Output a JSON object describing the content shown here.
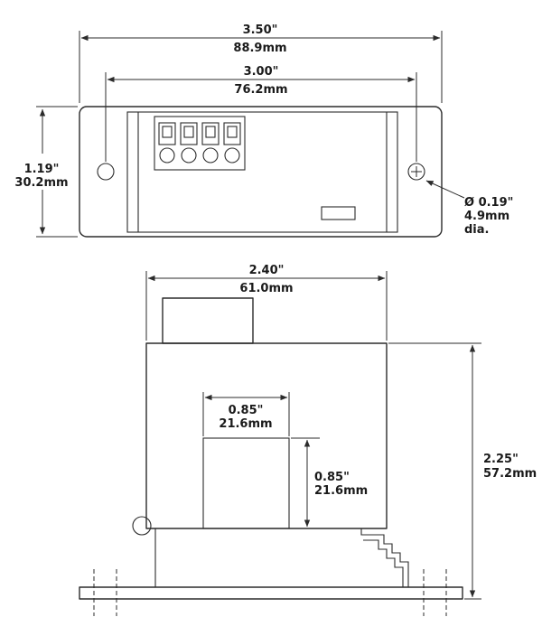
{
  "page": {
    "background": "#ffffff",
    "line_color": "#2b2b2b"
  },
  "top_view": {
    "overall_width_in": "3.50\"",
    "overall_width_mm": "88.9mm",
    "hole_spacing_in": "3.00\"",
    "hole_spacing_mm": "76.2mm",
    "height_in": "1.19\"",
    "height_mm": "30.2mm",
    "hole_callout_line1": "Ø 0.19\"",
    "hole_callout_line2": "4.9mm",
    "hole_callout_line3": "dia."
  },
  "front_view": {
    "top_width_in": "2.40\"",
    "top_width_mm": "61.0mm",
    "notch_width_in": "0.85\"",
    "notch_width_mm": "21.6mm",
    "notch_height_in": "0.85\"",
    "notch_height_mm": "21.6mm",
    "overall_height_in": "2.25\"",
    "overall_height_mm": "57.2mm"
  }
}
